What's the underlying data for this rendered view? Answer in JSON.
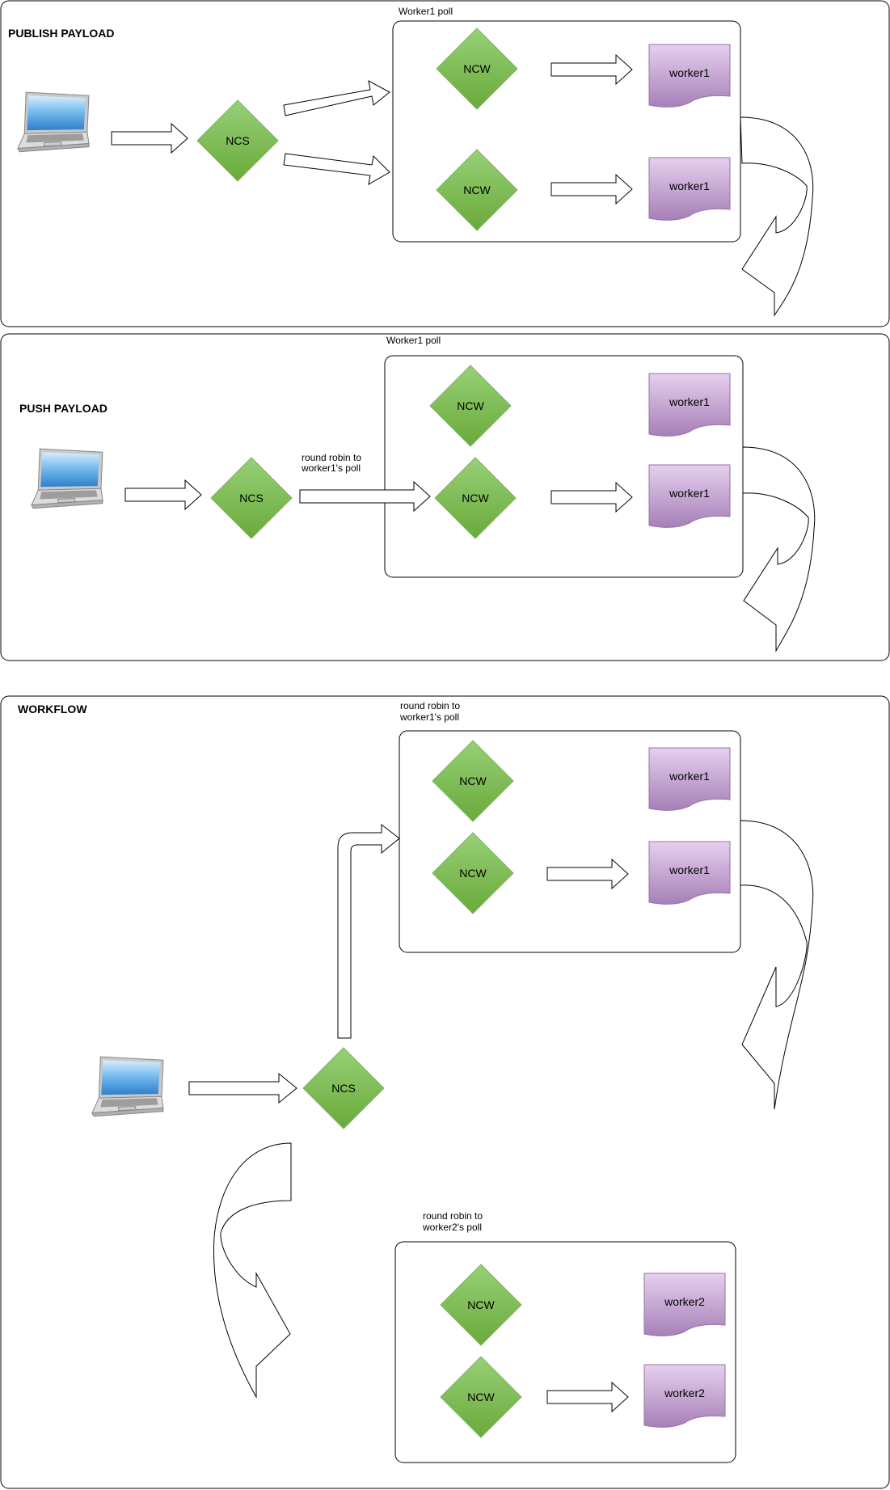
{
  "panels": {
    "publish": {
      "title": "PUBLISH PAYLOAD",
      "poll_label": "Worker1 poll",
      "ncs": "NCS",
      "ncw": [
        "NCW",
        "NCW"
      ],
      "workers": [
        "worker1",
        "worker1"
      ]
    },
    "push": {
      "title": "PUSH PAYLOAD",
      "poll_label": "Worker1 poll",
      "ncs": "NCS",
      "round_robin": [
        "round robin to",
        "worker1's poll"
      ],
      "ncw": [
        "NCW",
        "NCW"
      ],
      "workers": [
        "worker1",
        "worker1"
      ]
    },
    "workflow": {
      "title": "WORKFLOW",
      "ncs": "NCS",
      "group1_label": [
        "round robin to",
        "worker1's poll"
      ],
      "group1_ncw": [
        "NCW",
        "NCW"
      ],
      "group1_workers": [
        "worker1",
        "worker1"
      ],
      "group2_label": [
        "round robin to",
        "worker2's poll"
      ],
      "group2_ncw": [
        "NCW",
        "NCW"
      ],
      "group2_workers": [
        "worker2",
        "worker2"
      ]
    }
  },
  "colors": {
    "node_fill_top": "#97d077",
    "node_fill_bottom": "#6aaa3a",
    "node_stroke": "#82b366",
    "doc_fill_top": "#e6d0ee",
    "doc_fill_bottom": "#a680b8",
    "doc_stroke": "#9673a6"
  },
  "icons": [
    "laptop-icon"
  ]
}
